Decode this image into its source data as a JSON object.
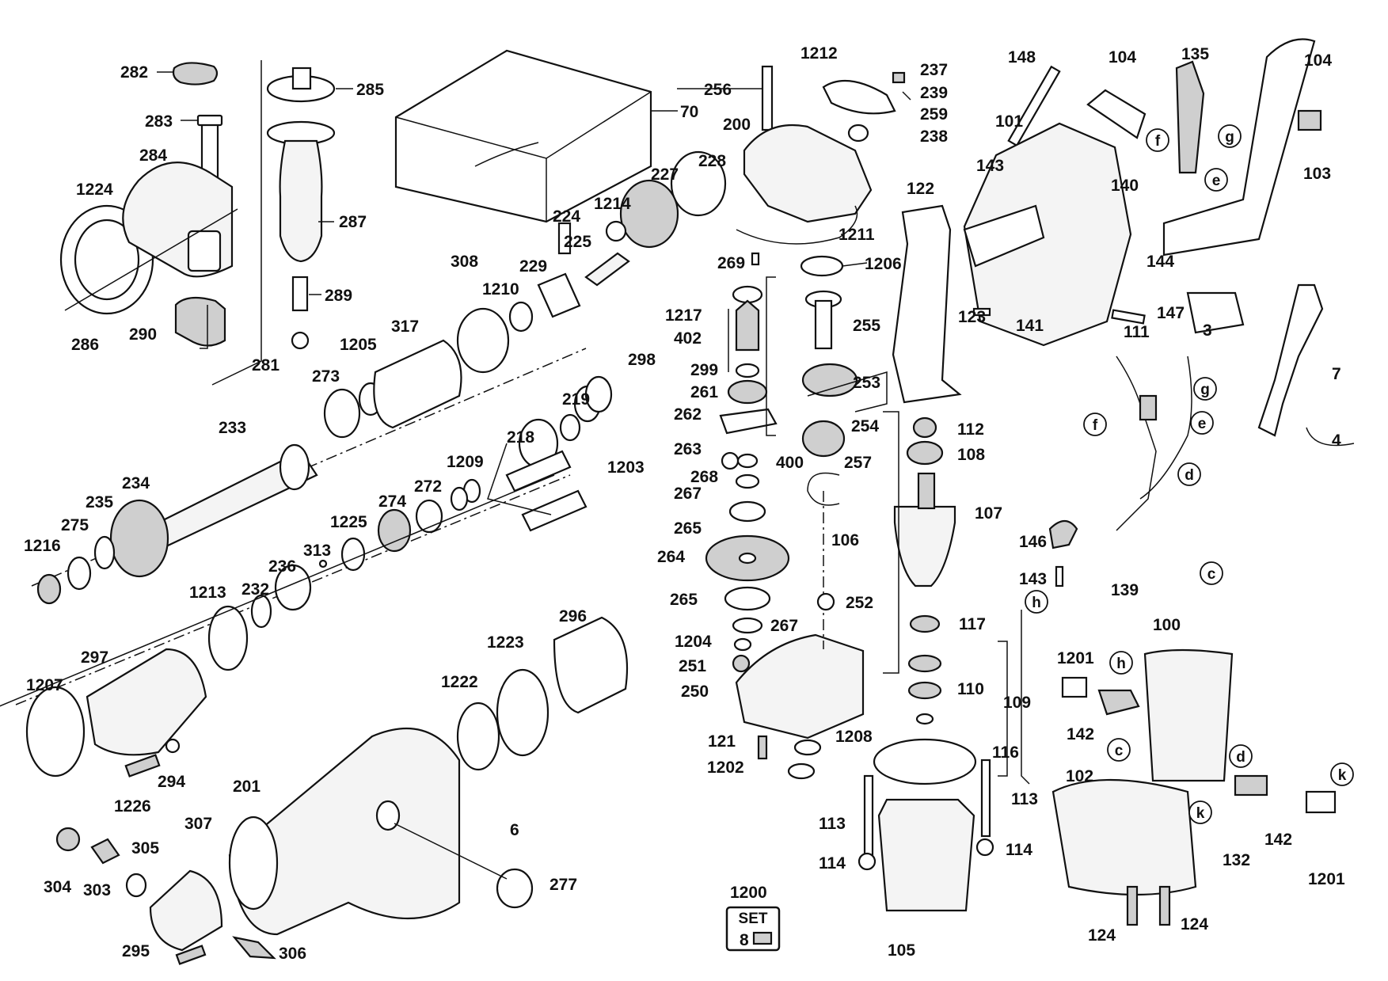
{
  "part_numbers": [
    "3",
    "4",
    "6",
    "7",
    "70",
    "100",
    "101",
    "102",
    "103",
    "104",
    "105",
    "106",
    "107",
    "108",
    "109",
    "110",
    "111",
    "112",
    "113",
    "114",
    "116",
    "117",
    "121",
    "122",
    "123",
    "124",
    "132",
    "135",
    "139",
    "140",
    "141",
    "142",
    "143",
    "144",
    "146",
    "147",
    "148",
    "200",
    "201",
    "218",
    "219",
    "224",
    "225",
    "227",
    "228",
    "229",
    "232",
    "233",
    "234",
    "235",
    "236",
    "237",
    "238",
    "239",
    "250",
    "251",
    "252",
    "253",
    "254",
    "255",
    "256",
    "257",
    "259",
    "261",
    "262",
    "263",
    "264",
    "265",
    "267",
    "268",
    "269",
    "272",
    "273",
    "274",
    "275",
    "277",
    "281",
    "282",
    "283",
    "284",
    "285",
    "286",
    "287",
    "289",
    "290",
    "294",
    "295",
    "296",
    "297",
    "298",
    "299",
    "303",
    "304",
    "305",
    "306",
    "307",
    "308",
    "313",
    "317",
    "400",
    "402",
    "1200",
    "1201",
    "1202",
    "1203",
    "1204",
    "1205",
    "1206",
    "1207",
    "1208",
    "1209",
    "1210",
    "1211",
    "1212",
    "1213",
    "1214",
    "1216",
    "1217",
    "1222",
    "1223",
    "1224",
    "1225",
    "1226"
  ],
  "letter_markers": [
    "c",
    "d",
    "e",
    "f",
    "g",
    "h",
    "k"
  ],
  "set_badge": {
    "label": "SET"
  },
  "labels": {
    "l282": "282",
    "l285": "285",
    "l283": "283",
    "l284": "284",
    "l1224": "1224",
    "l287": "287",
    "l289": "289",
    "l286": "286",
    "l290": "290",
    "l281": "281",
    "l70": "70",
    "l256": "256",
    "l1212": "1212",
    "l237": "237",
    "l239": "239",
    "l259": "259",
    "l238": "238",
    "l200": "200",
    "l227": "227",
    "l228": "228",
    "l1214": "1214",
    "l224": "224",
    "l225": "225",
    "l229": "229",
    "l1210": "1210",
    "l308": "308",
    "l317": "317",
    "l1205": "1205",
    "l273": "273",
    "l1211": "1211",
    "l269": "269",
    "l1206": "1206",
    "l1217": "1217",
    "l402": "402",
    "l299": "299",
    "l261": "261",
    "l262": "262",
    "l263": "263",
    "l268": "268",
    "l267": "267",
    "l265": "265",
    "l264": "264",
    "l265b": "265",
    "l267b": "267",
    "l1204": "1204",
    "l251": "251",
    "l250": "250",
    "l121": "121",
    "l1202": "1202",
    "l1208": "1208",
    "l255": "255",
    "l253": "253",
    "l254": "254",
    "l400": "400",
    "l257": "257",
    "l252": "252",
    "l122": "122",
    "l148": "148",
    "l104": "104",
    "l104b": "104",
    "l135": "135",
    "l101": "101",
    "l143": "143",
    "l140": "140",
    "l103": "103",
    "l144": "144",
    "l123": "123",
    "l141": "141",
    "l147": "147",
    "l111": "111",
    "l3": "3",
    "l7": "7",
    "l4": "4",
    "l112": "112",
    "l108": "108",
    "l107": "107",
    "l106": "106",
    "l117": "117",
    "l110": "110",
    "l109": "109",
    "l116": "116",
    "l113": "113",
    "l113b": "113",
    "l114": "114",
    "l114b": "114",
    "l105": "105",
    "l146": "146",
    "l143b": "143",
    "l139": "139",
    "l1201": "1201",
    "l142": "142",
    "l100": "100",
    "l102": "102",
    "l132": "132",
    "l142b": "142",
    "l1201b": "1201",
    "l124": "124",
    "l124b": "124",
    "l233": "233",
    "l234": "234",
    "l235": "235",
    "l275": "275",
    "l1216": "1216",
    "l298": "298",
    "l219": "219",
    "l218": "218",
    "l1203": "1203",
    "l1209": "1209",
    "l272": "272",
    "l274": "274",
    "l1225": "1225",
    "l313": "313",
    "l236": "236",
    "l232": "232",
    "l1213": "1213",
    "l296": "296",
    "l1223": "1223",
    "l1222": "1222",
    "l297": "297",
    "l1207": "1207",
    "l294": "294",
    "l1226": "1226",
    "l201": "201",
    "l6": "6",
    "l277": "277",
    "l304": "304",
    "l303": "303",
    "l305": "305",
    "l307": "307",
    "l295": "295",
    "l306": "306",
    "l1200": "1200",
    "mg1": "g",
    "mf1": "f",
    "me1": "e",
    "mg2": "g",
    "mf2": "f",
    "me2": "e",
    "md1": "d",
    "mc1": "c",
    "mh1": "h",
    "mh2": "h",
    "mc2": "c",
    "md2": "d",
    "mk1": "k",
    "mk2": "k"
  }
}
